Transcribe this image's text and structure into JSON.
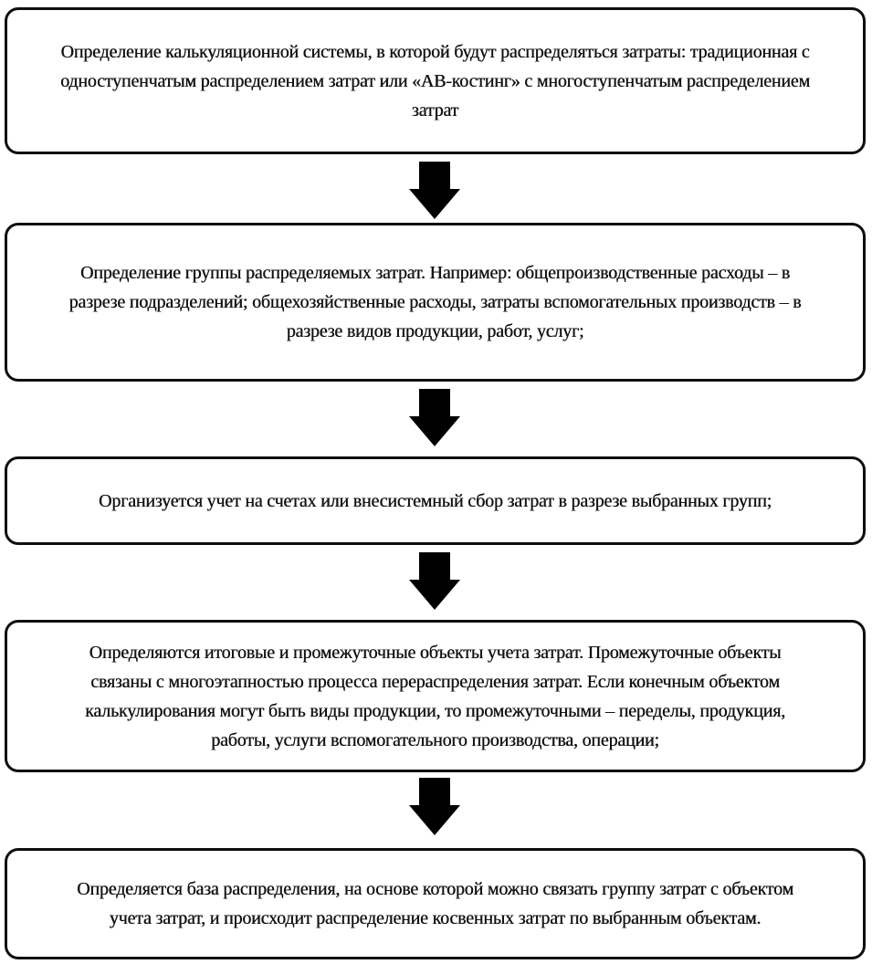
{
  "page": {
    "background_color": "#ffffff",
    "box_border_color": "#0f0f0f",
    "arrow_color": "#000000",
    "text_color": "#121212"
  },
  "flowchart": {
    "steps": [
      {
        "text": "Определение калькуляционной системы, в которой будут распределяться затраты: традиционная с\nодноступенчатым распределением затрат или «АВ-костинг» с многоступенчатым распределением\nзатрат"
      },
      {
        "text": "Определение группы распределяемых затрат. Например: общепроизводственные расходы – в\nразрезе подразделений; общехозяйственные расходы, затраты вспомогательных производств – в\nразрезе видов продукции, работ, услуг;"
      },
      {
        "text": "Организуется учет на счетах или внесистемный сбор затрат в разрезе выбранных групп;"
      },
      {
        "text": "Определяются итоговые и промежуточные объекты учета затрат. Промежуточные объекты\nсвязаны с многоэтапностью процесса перераспределения затрат. Если конечным объектом\nкалькулирования могут быть виды продукции, то промежуточными – переделы, продукция,\nработы, услуги вспомогательного производства, операции;"
      },
      {
        "text": "Определяется база распределения, на основе которой можно связать группу затрат с объектом\nучета затрат, и происходит распределение косвенных затрат по выбранным объектам."
      }
    ]
  }
}
